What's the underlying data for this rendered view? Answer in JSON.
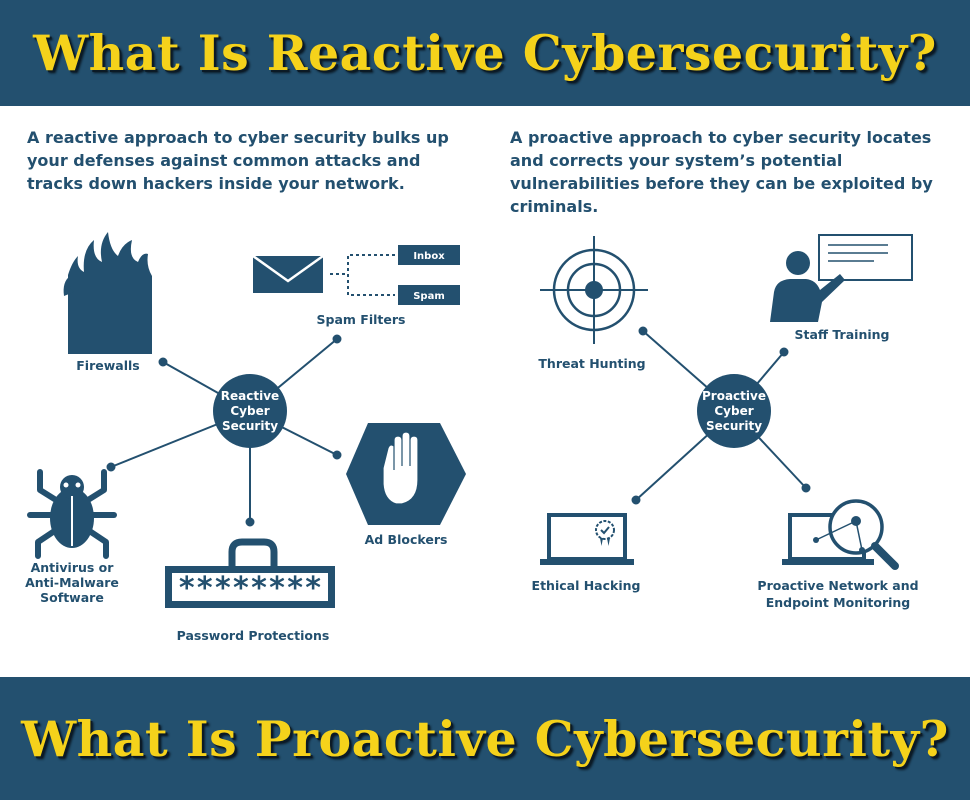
{
  "banners": {
    "top_title": "What Is Reactive Cybersecurity?",
    "bottom_title": "What Is Proactive Cybersecurity?"
  },
  "reactive": {
    "description": "A reactive approach to cyber security bulks up your defenses against common attacks and tracks down hackers inside your network.",
    "hub": [
      "Reactive",
      "Cyber",
      "Security"
    ],
    "firewalls_label": "Firewalls",
    "spam_filters_label": "Spam Filters",
    "inbox_label": "Inbox",
    "spam_label": "Spam",
    "antivirus_label": [
      "Antivirus or",
      "Anti-Malware",
      "Software"
    ],
    "password_label": "Password Protections",
    "password_mask": "********",
    "ad_blockers_label": "Ad Blockers"
  },
  "proactive": {
    "description": "A proactive approach to cyber security locates and corrects your system’s potential vulnerabilities before they can be exploited by criminals.",
    "hub": [
      "Proactive",
      "Cyber",
      "Security"
    ],
    "threat_hunting_label": "Threat Hunting",
    "staff_training_label": "Staff Training",
    "ethical_hacking_label": "Ethical Hacking",
    "monitoring_label": [
      "Proactive Network and",
      "Endpoint Monitoring"
    ]
  },
  "colors": {
    "navy": "#23506f",
    "banner_text": "#f5d21b",
    "background": "#ffffff"
  },
  "icons": [
    "fire-icon",
    "envelope-icon",
    "bug-icon",
    "password-field-icon",
    "stop-hand-icon",
    "crosshair-icon",
    "presenter-icon",
    "laptop-certificate-icon",
    "magnifier-network-icon"
  ]
}
